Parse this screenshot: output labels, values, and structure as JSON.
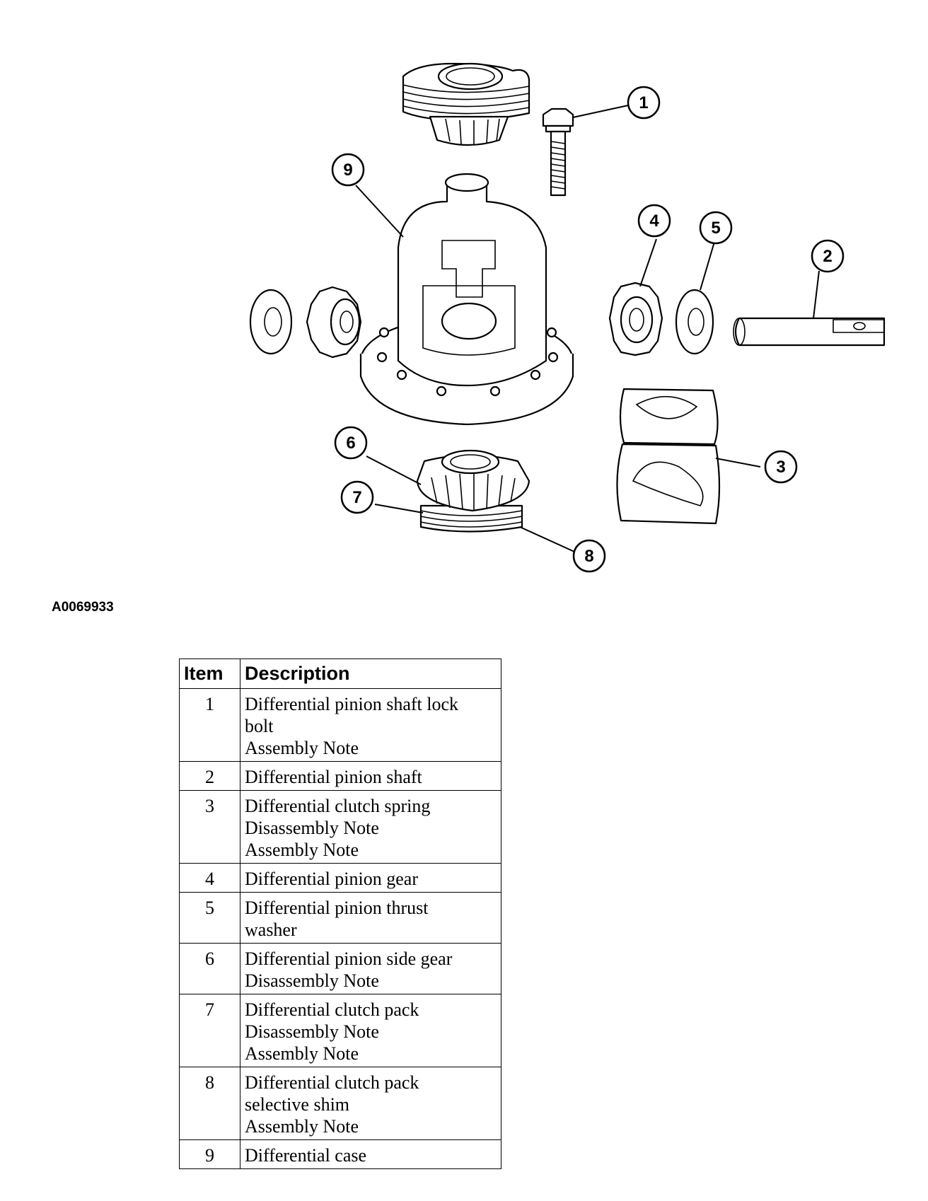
{
  "figure_id": "A0069933",
  "callouts": [
    "1",
    "2",
    "3",
    "4",
    "5",
    "6",
    "7",
    "8",
    "9"
  ],
  "table": {
    "headers": [
      "Item",
      "Description"
    ],
    "rows": [
      {
        "item": "1",
        "lines": [
          "Differential pinion shaft lock",
          "bolt",
          "Assembly Note"
        ]
      },
      {
        "item": "2",
        "lines": [
          "Differential pinion shaft"
        ]
      },
      {
        "item": "3",
        "lines": [
          "Differential clutch spring",
          "Disassembly Note",
          "Assembly Note"
        ]
      },
      {
        "item": "4",
        "lines": [
          "Differential pinion gear"
        ]
      },
      {
        "item": "5",
        "lines": [
          "Differential pinion thrust",
          "washer"
        ]
      },
      {
        "item": "6",
        "lines": [
          "Differential pinion side gear",
          "Disassembly Note"
        ]
      },
      {
        "item": "7",
        "lines": [
          "Differential clutch pack",
          "Disassembly Note",
          "Assembly Note"
        ]
      },
      {
        "item": "8",
        "lines": [
          "Differential clutch pack",
          "selective shim",
          "Assembly Note"
        ]
      },
      {
        "item": "9",
        "lines": [
          "Differential case"
        ]
      }
    ]
  }
}
